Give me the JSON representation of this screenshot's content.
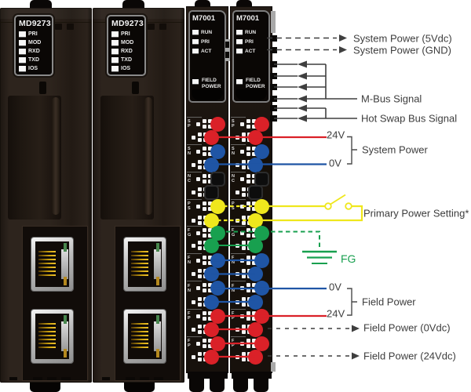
{
  "md_module": {
    "title": "MD9273",
    "leds": [
      "PRI",
      "MOD",
      "RXD",
      "TXD",
      "IOS"
    ]
  },
  "m7_module": {
    "title": "M7001",
    "leds": [
      "RUN",
      "PRI",
      "ACT"
    ],
    "field_power": "FIELD POWER"
  },
  "terminal_groups": [
    {
      "label": "SP",
      "color": "red"
    },
    {
      "label": "SN",
      "color": "blue"
    },
    {
      "label": "NC",
      "color": "black"
    },
    {
      "label": "PS",
      "color": "yellow"
    },
    {
      "label": "FG",
      "color": "green"
    },
    {
      "label": "FN",
      "color": "blue"
    },
    {
      "label": "FN",
      "color": "blue"
    },
    {
      "label": "FP",
      "color": "red"
    },
    {
      "label": "FP",
      "color": "red"
    }
  ],
  "colors": {
    "red": "#da2128",
    "blue": "#1f55a5",
    "yellow": "#efe71d",
    "green": "#18a04f",
    "black": "#0d0d0d",
    "wire_gray": "#3f3f3f"
  },
  "annotations": {
    "system_power_5v": "System Power (5Vdc)",
    "system_power_gnd": "System Power (GND)",
    "mbus": "M-Bus Signal",
    "hot_swap": "Hot Swap Bus Signal",
    "sys_24v": "24V",
    "sys_0v": "0V",
    "system_power": "System Power",
    "primary_power": "Primary Power Setting*",
    "fg": "FG",
    "field_0v": "0V",
    "field_24v": "24V",
    "field_power": "Field Power",
    "field_power_0vdc": "Field Power (0Vdc)",
    "field_power_24vdc": "Field Power (24Vdc)"
  }
}
